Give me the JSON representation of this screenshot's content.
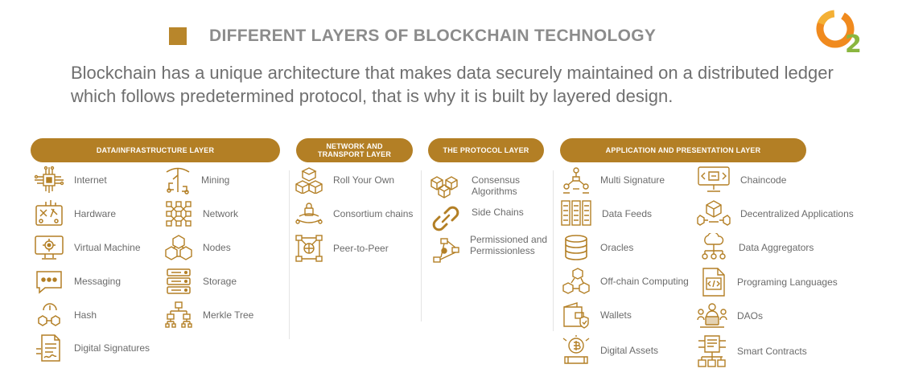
{
  "header": {
    "title": "DIFFERENT LAYERS OF BLOCKCHAIN TECHNOLOGY"
  },
  "description": "Blockchain has a unique architecture that makes data securely maintained on a distributed ledger which follows predetermined protocol, that is why it is built by layered design.",
  "colors": {
    "accent": "#b37f25",
    "text": "#6b6b6b",
    "logo_orange": "#f08a1e",
    "logo_green": "#8ab63f"
  },
  "layers": [
    {
      "title": "DATA/INFRASTRUCTURE LAYER",
      "items": [
        {
          "label": "Internet",
          "icon": "chip-icon"
        },
        {
          "label": "Mining",
          "icon": "pickaxe-icon"
        },
        {
          "label": "Hardware",
          "icon": "hardware-icon"
        },
        {
          "label": "Network",
          "icon": "network-icon"
        },
        {
          "label": "Virtual Machine",
          "icon": "monitor-gear-icon"
        },
        {
          "label": "Nodes",
          "icon": "nodes-icon"
        },
        {
          "label": "Messaging",
          "icon": "chat-icon"
        },
        {
          "label": "Storage",
          "icon": "server-icon"
        },
        {
          "label": "Hash",
          "icon": "hash-icon"
        },
        {
          "label": "Merkle Tree",
          "icon": "tree-icon"
        },
        {
          "label": "Digital Signatures",
          "icon": "signature-icon"
        }
      ]
    },
    {
      "title_lines": [
        "NETWORK AND",
        "TRANSPORT LAYER"
      ],
      "items": [
        {
          "label": "Roll Your Own",
          "icon": "blocks-icon"
        },
        {
          "label": "Consortium chains",
          "icon": "consortium-icon"
        },
        {
          "label": "Peer-to-Peer",
          "icon": "peer-network-icon"
        }
      ]
    },
    {
      "title": "THE PROTOCOL LAYER",
      "items": [
        {
          "label_lines": [
            "Consensus",
            "Algorithms"
          ],
          "icon": "cubes-icon"
        },
        {
          "label": "Side Chains",
          "icon": "chain-link-icon"
        },
        {
          "label_lines": [
            "Permissioned and",
            "Permissionless"
          ],
          "icon": "permission-icon"
        }
      ]
    },
    {
      "title": "APPLICATION AND PRESENTATION LAYER",
      "items": [
        {
          "label": "Multi Signature",
          "icon": "multisig-icon"
        },
        {
          "label": "Chaincode",
          "icon": "chaincode-icon"
        },
        {
          "label": "Data Feeds",
          "icon": "data-feed-icon"
        },
        {
          "label": "Decentralized Applications",
          "icon": "dapp-icon"
        },
        {
          "label": "Oracles",
          "icon": "database-icon"
        },
        {
          "label": "Data Aggregators",
          "icon": "aggregator-icon"
        },
        {
          "label": "Off-chain Computing",
          "icon": "offchain-icon"
        },
        {
          "label": "Programing Languages",
          "icon": "code-file-icon"
        },
        {
          "label": "Wallets",
          "icon": "wallet-icon"
        },
        {
          "label": "DAOs",
          "icon": "dao-icon"
        },
        {
          "label": "Digital Assets",
          "icon": "digital-asset-icon"
        },
        {
          "label": "Smart Contracts",
          "icon": "contract-icon"
        }
      ]
    }
  ]
}
